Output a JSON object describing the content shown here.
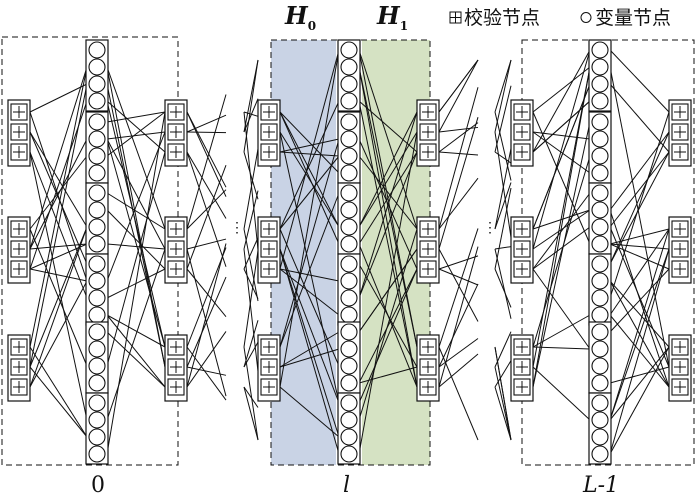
{
  "diagram": {
    "title": "LDPC layered decoding graph",
    "legend": {
      "check_icon": "check-node-icon",
      "check_text": "校验节点",
      "variable_icon": "variable-node-icon",
      "variable_text": "变量节点"
    },
    "layers": [
      {
        "id": "layer-0",
        "label": "0"
      },
      {
        "id": "layer-l",
        "label": "l"
      },
      {
        "id": "layer-L-1",
        "label": "L-1"
      }
    ],
    "bands": [
      {
        "name": "H0",
        "base": "H",
        "sub": "0",
        "color": "#c9d3e5"
      },
      {
        "name": "H1",
        "base": "H",
        "sub": "1",
        "color": "#d5e2c3"
      }
    ],
    "ellipsis": "⋮",
    "colors": {
      "stroke": "#111111",
      "band_h0": "#c9d3e5",
      "band_h1": "#d5e2c3"
    },
    "structure": {
      "check_groups_per_column": 3,
      "checks_per_group": 3,
      "variable_groups": 6,
      "variables_per_group": 4
    }
  }
}
